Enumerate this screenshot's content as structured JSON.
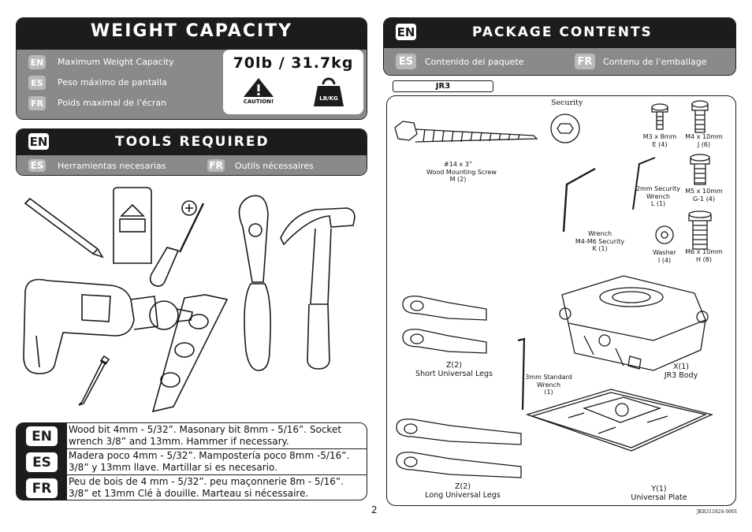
{
  "weight": {
    "title": "WEIGHT CAPACITY",
    "rows": [
      {
        "lang": "EN",
        "text": "Maximum Weight Capacity"
      },
      {
        "lang": "ES",
        "text": "Peso máximo de pantalla"
      },
      {
        "lang": "FR",
        "text": "Poids maximal de l’écran"
      }
    ],
    "value": "70lb / 31.7kg",
    "caution": "CAUTION!",
    "weight_icon_label": "LB/KG"
  },
  "tools": {
    "lang": "EN",
    "title": "TOOLS REQUIRED",
    "es_badge": "ES",
    "es_text": "Herramientas necesarias",
    "fr_badge": "FR",
    "fr_text": "Outils nécessaires"
  },
  "bits": [
    {
      "lang": "EN",
      "text": "Wood bit 4mm - 5/32”.  Masonary bit 8mm - 5/16”.  Socket wrench 3/8” and 13mm.  Hammer if necessary."
    },
    {
      "lang": "ES",
      "text": "Madera poco 4mm - 5/32”. Mampostería poco 8mm -5/16”. 3/8” y 13mm llave. Martillar si es necesario."
    },
    {
      "lang": "FR",
      "text": "Peu de bois de 4 mm - 5/32”. peu maçonnerie  8m - 5/16”. 3/8” et 13mm Clé à douille. Marteau si nécessaire."
    }
  ],
  "package": {
    "lang": "EN",
    "title": "PACKAGE CONTENTS",
    "es_badge": "ES",
    "es_text": "Contenido del paquete",
    "fr_badge": "FR",
    "fr_text": "Contenu de l’emballage",
    "model": "JR3",
    "parts": {
      "screw": [
        "#14 x 3”",
        "Wood Mounting Screw",
        "M (2)"
      ],
      "security": "Security",
      "m3": [
        "M3 x 8mm",
        "E (4)"
      ],
      "m4": [
        "M4 x 10mm",
        "J (6)"
      ],
      "wrench2": [
        "2mm Security",
        "Wrench",
        "L (1)"
      ],
      "m5": [
        "M5 x 10mm",
        "G-1 (4)"
      ],
      "wrench_k": [
        "Wrench",
        "M4-M6 Security",
        "K (1)"
      ],
      "washer": [
        "Washer",
        "I (4)"
      ],
      "m6": [
        "M6 x 10mm",
        "H (8)"
      ],
      "short_legs": [
        "Z(2)",
        "Short Universal Legs"
      ],
      "wrench3": [
        "3mm Standard",
        "Wrench",
        "(1)"
      ],
      "body": [
        "X(1)",
        "JR3 Body"
      ],
      "long_legs": [
        "Z(2)",
        "Long Universal Legs"
      ],
      "plate": [
        "Y(1)",
        "Universal Plate"
      ]
    }
  },
  "footer": {
    "page": "2",
    "code": "JKR311824-0001"
  }
}
